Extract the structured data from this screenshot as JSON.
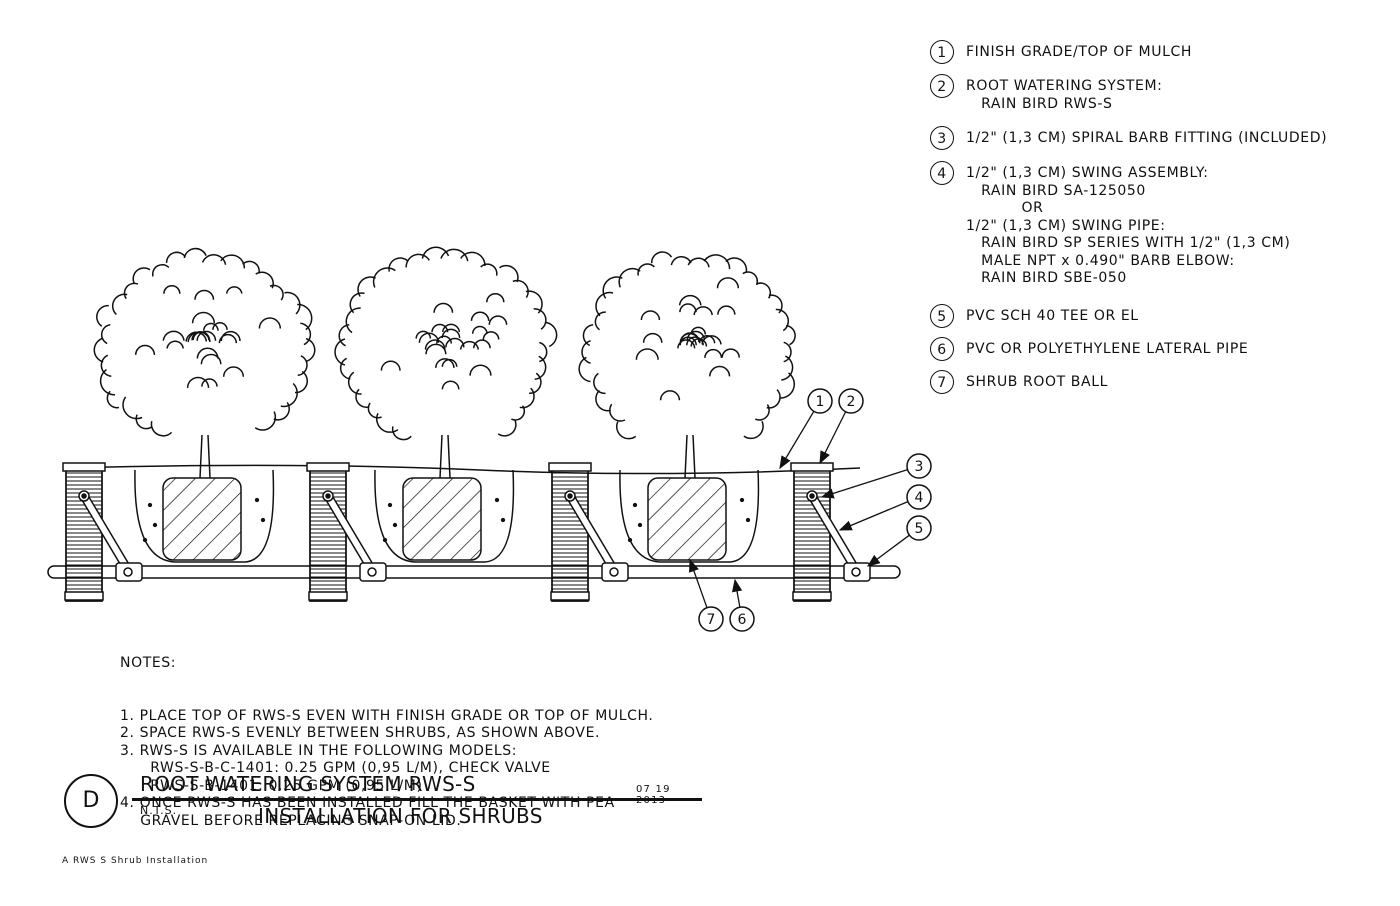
{
  "legend": [
    {
      "num": "1",
      "lines": [
        "FINISH GRADE/TOP OF MULCH"
      ]
    },
    {
      "num": "2",
      "lines": [
        "ROOT WATERING SYSTEM:",
        "   RAIN BIRD RWS-S"
      ]
    },
    {
      "num": "3",
      "lines": [
        "1/2\" (1,3 CM) SPIRAL BARB FITTING (INCLUDED)"
      ]
    },
    {
      "num": "4",
      "lines": [
        "1/2\" (1,3 CM) SWING ASSEMBLY:",
        "   RAIN BIRD SA-125050",
        "           OR",
        "1/2\" (1,3 CM) SWING PIPE:",
        "   RAIN BIRD SP SERIES WITH 1/2\" (1,3 CM)",
        "   MALE NPT x 0.490\" BARB ELBOW:",
        "   RAIN BIRD SBE-050"
      ]
    },
    {
      "num": "5",
      "lines": [
        "PVC SCH 40 TEE OR EL"
      ]
    },
    {
      "num": "6",
      "lines": [
        "PVC OR POLYETHYLENE LATERAL PIPE"
      ]
    },
    {
      "num": "7",
      "lines": [
        "SHRUB ROOT BALL"
      ]
    }
  ],
  "callouts": [
    "1",
    "2",
    "3",
    "4",
    "5",
    "7",
    "6"
  ],
  "notes": {
    "heading": "NOTES:",
    "lines": [
      "1. PLACE TOP OF RWS-S EVEN WITH FINISH GRADE OR TOP OF MULCH.",
      "2. SPACE RWS-S EVENLY BETWEEN SHRUBS, AS SHOWN ABOVE.",
      "3. RWS-S IS AVAILABLE IN THE FOLLOWING MODELS:",
      "      RWS-S-B-C-1401: 0.25 GPM (0,95 L/M), CHECK VALVE",
      "      RWS-S-B-1401: 0.25 GPM (0,95 L/M)",
      "4. ONCE RWS-S HAS BEEN INSTALLED FILL THE BASKET WITH PEA",
      "    GRAVEL BEFORE REPLACING SNAP-ON LID."
    ]
  },
  "title_block": {
    "detail_letter": "D",
    "title": "ROOT WATERING SYSTEM RWS-S",
    "date": "07 19 2013",
    "scale": "N.T.S.",
    "subtitle": "INSTALLATION FOR SHRUBS"
  },
  "footer": "A RWS S Shrub Installation"
}
